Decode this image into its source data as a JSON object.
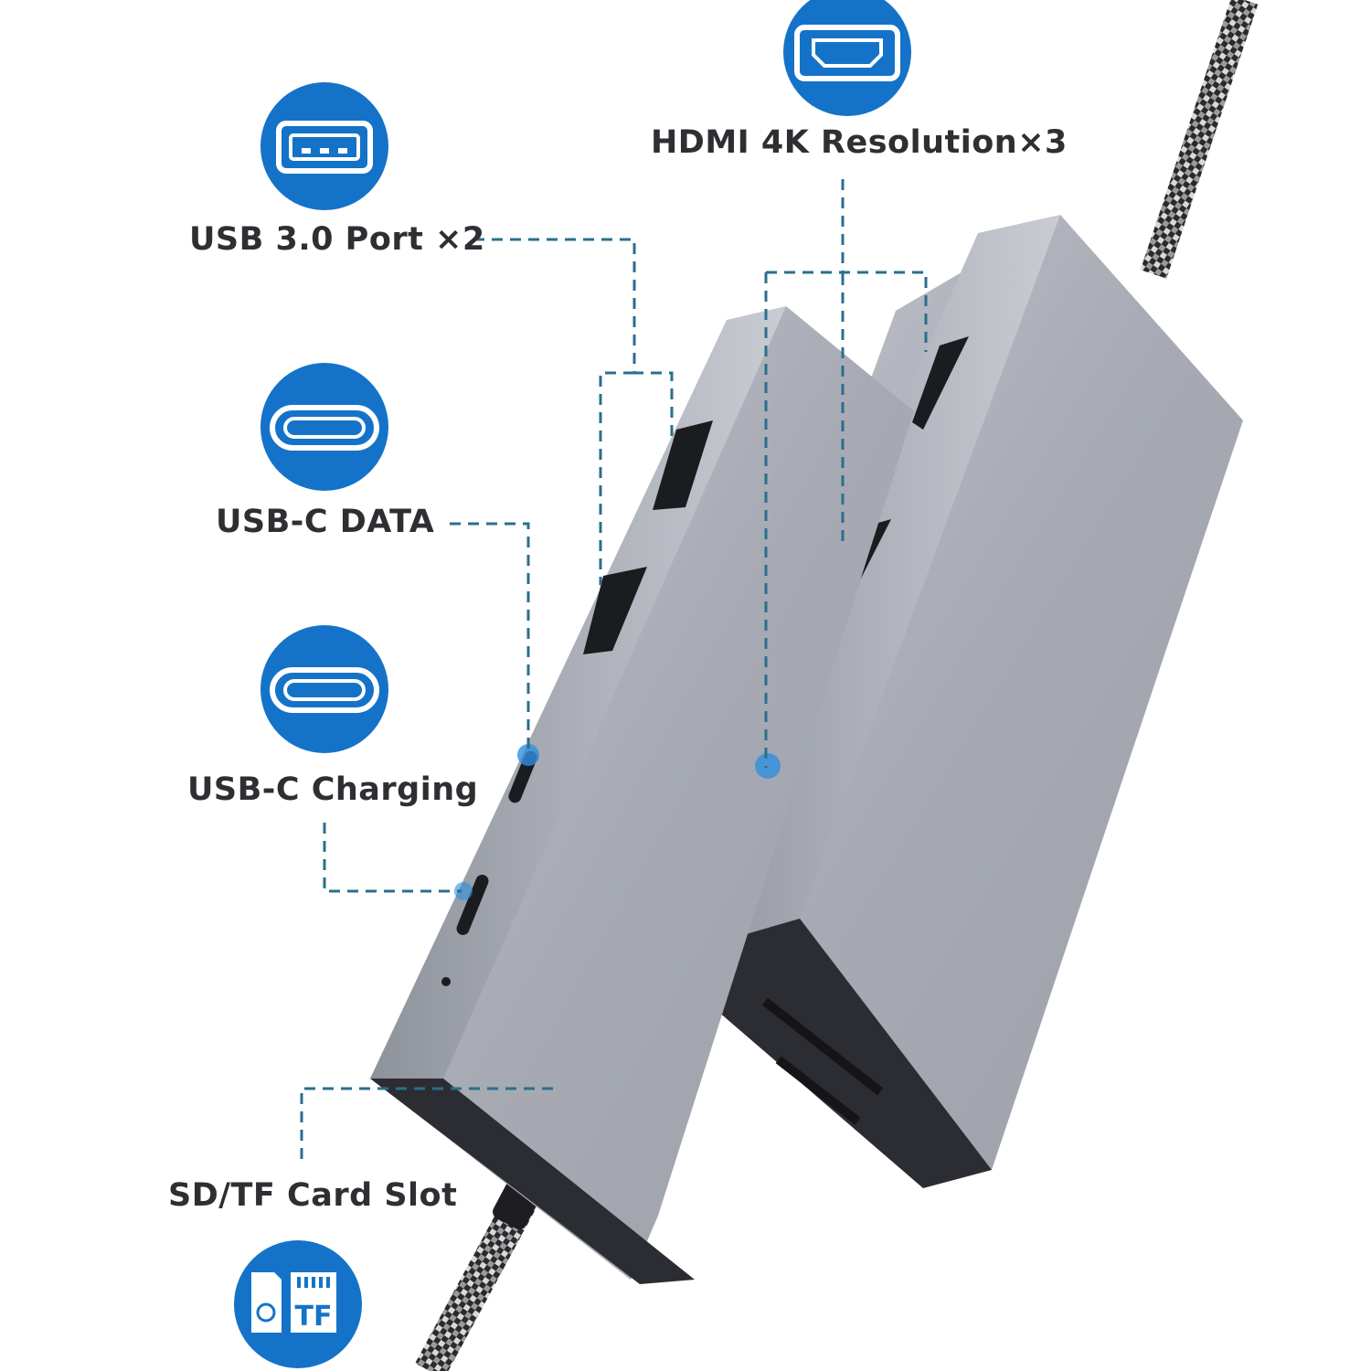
{
  "labels": {
    "usb3": "USB 3.0 Port ×2",
    "usbc_data": "USB-C DATA",
    "usbc_charging": "USB-C Charging",
    "hdmi": "HDMI 4K Resolution×3",
    "card_slot": "SD/TF Card Slot"
  },
  "icons": {
    "usb3": "usb-a-port-icon",
    "usbc_data": "usb-c-port-icon",
    "usbc_charging": "usb-c-port-icon",
    "hdmi": "hdmi-port-icon",
    "card_slot": "sd-tf-card-icon",
    "card_slot_tf_text": "TF"
  },
  "colors": {
    "icon_blue": "#1473c8",
    "leader_line": "#2a6f8c",
    "label_text": "#2f2f33",
    "hub_body": "#a9acb5",
    "cable": "#2a2a2e"
  }
}
